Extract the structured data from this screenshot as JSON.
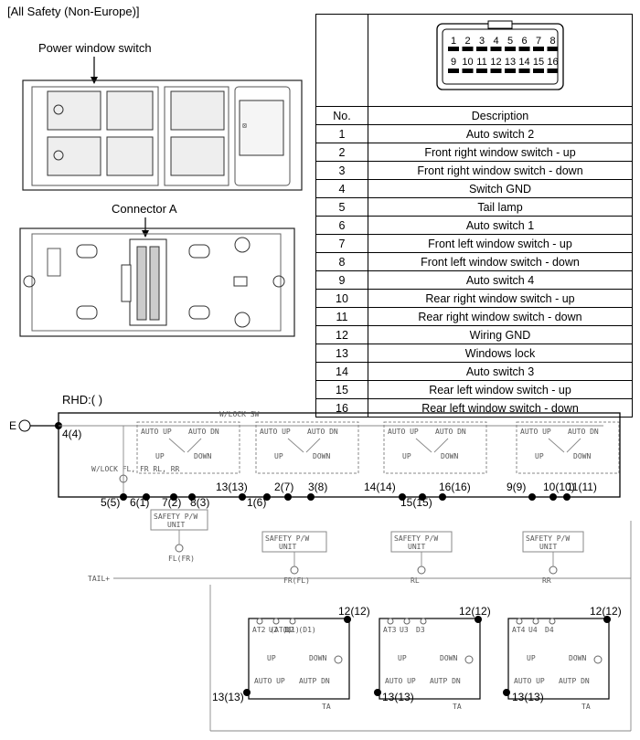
{
  "title": "[All Safety (Non-Europe)]",
  "labels": {
    "power_window_switch": "Power window switch",
    "connector_a": "Connector A"
  },
  "connector_pins_top": [
    "1",
    "2",
    "3",
    "4",
    "5",
    "6",
    "7",
    "8"
  ],
  "connector_pins_bottom": [
    "9",
    "10",
    "11",
    "12",
    "13",
    "14",
    "15",
    "16"
  ],
  "table": {
    "header_no": "No.",
    "header_desc": "Description",
    "rows": [
      {
        "no": "1",
        "desc": "Auto switch 2"
      },
      {
        "no": "2",
        "desc": "Front right window switch - up"
      },
      {
        "no": "3",
        "desc": "Front right window switch - down"
      },
      {
        "no": "4",
        "desc": "Switch GND"
      },
      {
        "no": "5",
        "desc": "Tail lamp"
      },
      {
        "no": "6",
        "desc": "Auto switch 1"
      },
      {
        "no": "7",
        "desc": "Front left window switch - up"
      },
      {
        "no": "8",
        "desc": "Front left window switch - down"
      },
      {
        "no": "9",
        "desc": "Auto switch 4"
      },
      {
        "no": "10",
        "desc": "Rear right window switch - up"
      },
      {
        "no": "11",
        "desc": "Rear right window switch - down"
      },
      {
        "no": "12",
        "desc": "Wiring GND"
      },
      {
        "no": "13",
        "desc": "Windows lock"
      },
      {
        "no": "14",
        "desc": "Auto switch 3"
      },
      {
        "no": "15",
        "desc": "Rear left window switch - up"
      },
      {
        "no": "16",
        "desc": "Rear left window switch - down"
      }
    ]
  },
  "schematic": {
    "rhd_label": "RHD:(  )",
    "ground_label": "E",
    "wlock_sw": "W/LOCK SW",
    "wlock_lamp": "W/LOCK FL, FR RL, RR",
    "tail": "TAIL+",
    "ta": "TA",
    "auto_up": "AUTO UP",
    "auto_dn": "AUTO DN",
    "up": "UP",
    "down": "DOWN",
    "autp_dn": "AUTP DN",
    "safety_unit": "SAFETY P/W UNIT",
    "motors": [
      "FL(FR)",
      "FR(FL)",
      "RL",
      "RR"
    ],
    "sub_switch_top": [
      [
        "AT2 (AT1)",
        "U2 (U1)",
        "D2 (D1)"
      ],
      [
        "AT3",
        "U3",
        "D3"
      ],
      [
        "AT4",
        "U4",
        "D4"
      ]
    ],
    "pins": {
      "p4": "4(4)",
      "p5": "5(5)",
      "p6": "6(1)",
      "p7": "7(2)",
      "p8": "8(3)",
      "p13": "13(13)",
      "p2": "2(7)",
      "p3": "3(8)",
      "p1": "1(6)",
      "p14": "14(14)",
      "p15": "15(15)",
      "p16": "16(16)",
      "p9": "9(9)",
      "p10": "10(10)",
      "p11": "11(11)",
      "p12a": "12(12)",
      "p12b": "12(12)",
      "p12c": "12(12)",
      "p13a": "13(13)",
      "p13b": "13(13)",
      "p13c": "13(13)"
    }
  }
}
